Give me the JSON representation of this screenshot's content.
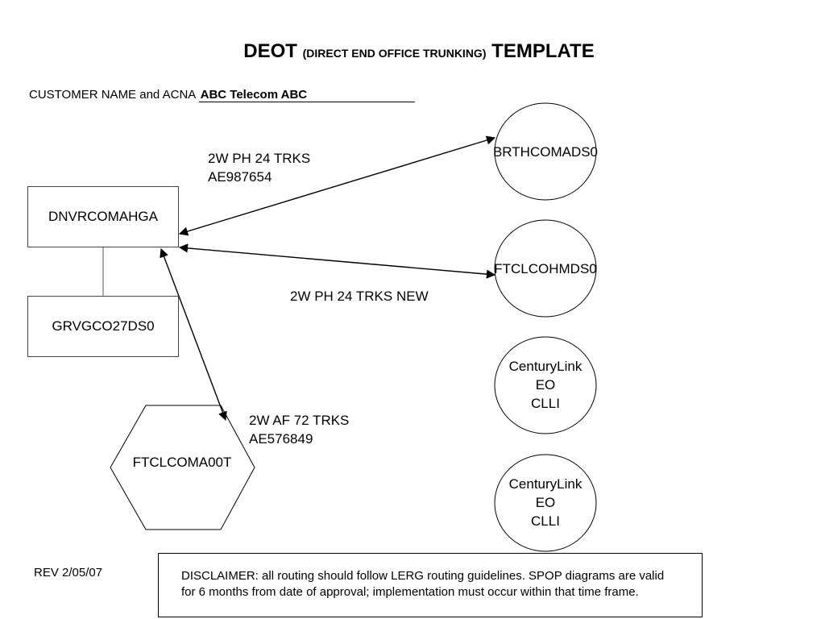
{
  "title": {
    "part1": "DEOT",
    "part2": "(DIRECT END OFFICE TRUNKING)",
    "part3": "TEMPLATE"
  },
  "customer": {
    "label": "CUSTOMER NAME and ACNA",
    "value": "ABC Telecom  ABC"
  },
  "nodes": {
    "dnvr": "DNVRCOMAHGA",
    "grvg": "GRVGCO27DS0",
    "ftcl_hex": "FTCLCOMA00T",
    "brth": "BRTHCOMADS0",
    "ftcl_circle": "FTCLCOHMDS0",
    "century1": [
      "CenturyLink",
      "EO",
      "CLLI"
    ],
    "century2": [
      "CenturyLink",
      "EO",
      "CLLI"
    ]
  },
  "links": {
    "brth": [
      "2W PH 24 TRKS",
      "AE987654"
    ],
    "ftcl_circle": [
      "2W PH 24 TRKS NEW"
    ],
    "ftcl_hex": [
      "2W AF 72 TRKS",
      "AE576849"
    ]
  },
  "revision": "REV 2/05/07",
  "disclaimer": "DISCLAIMER: all routing should follow LERG routing guidelines. SPOP diagrams are valid for 6 months from date of approval; implementation must occur within that time frame."
}
